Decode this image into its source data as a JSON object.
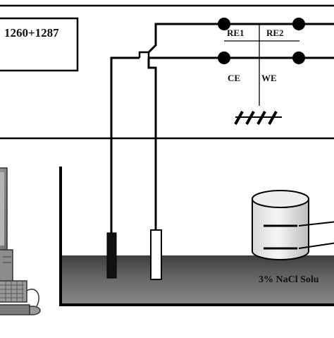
{
  "device": {
    "label": "1260+1287"
  },
  "terminals": {
    "re1": "RE1",
    "re2": "RE2",
    "ce": "CE",
    "we": "WE"
  },
  "cell": {
    "solution_label": "3% NaCl Solu"
  },
  "colors": {
    "line": "#000000",
    "solution": "#555555",
    "electrode_dark": "#111111",
    "electrode_light": "#ffffff",
    "computer": "#8a8a8a"
  }
}
